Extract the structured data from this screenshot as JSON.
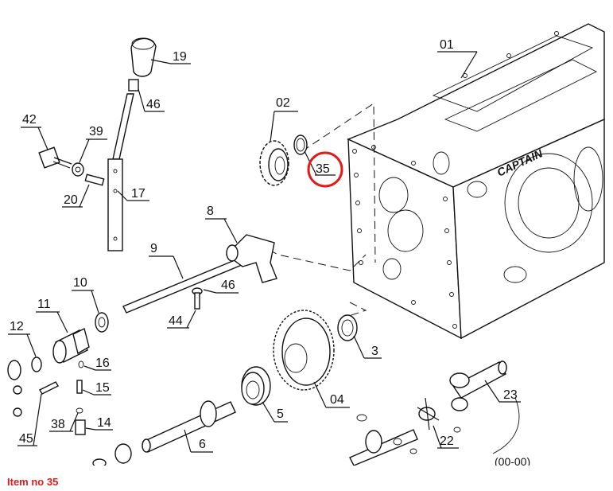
{
  "diagram": {
    "labels": [
      {
        "id": "01",
        "text": "01"
      },
      {
        "id": "02",
        "text": "02"
      },
      {
        "id": "3",
        "text": "3"
      },
      {
        "id": "04",
        "text": "04"
      },
      {
        "id": "5",
        "text": "5"
      },
      {
        "id": "6",
        "text": "6"
      },
      {
        "id": "8",
        "text": "8"
      },
      {
        "id": "9",
        "text": "9"
      },
      {
        "id": "10",
        "text": "10"
      },
      {
        "id": "11",
        "text": "11"
      },
      {
        "id": "12",
        "text": "12"
      },
      {
        "id": "14",
        "text": "14"
      },
      {
        "id": "15",
        "text": "15"
      },
      {
        "id": "16",
        "text": "16"
      },
      {
        "id": "17",
        "text": "17"
      },
      {
        "id": "19",
        "text": "19"
      },
      {
        "id": "20",
        "text": "20"
      },
      {
        "id": "22",
        "text": "22"
      },
      {
        "id": "23",
        "text": "23"
      },
      {
        "id": "35",
        "text": "35"
      },
      {
        "id": "38",
        "text": "38"
      },
      {
        "id": "39",
        "text": "39"
      },
      {
        "id": "42",
        "text": "42"
      },
      {
        "id": "44",
        "text": "44"
      },
      {
        "id": "45",
        "text": "45"
      },
      {
        "id": "46a",
        "text": "46"
      },
      {
        "id": "46b",
        "text": "46"
      }
    ],
    "brand_text": "CAPTAIN",
    "partial_label_text": "(00-00)",
    "highlight": {
      "label": "35",
      "color": "#e21b1b"
    }
  },
  "caption": {
    "text": "Item no 35",
    "color": "#e21b1b"
  }
}
